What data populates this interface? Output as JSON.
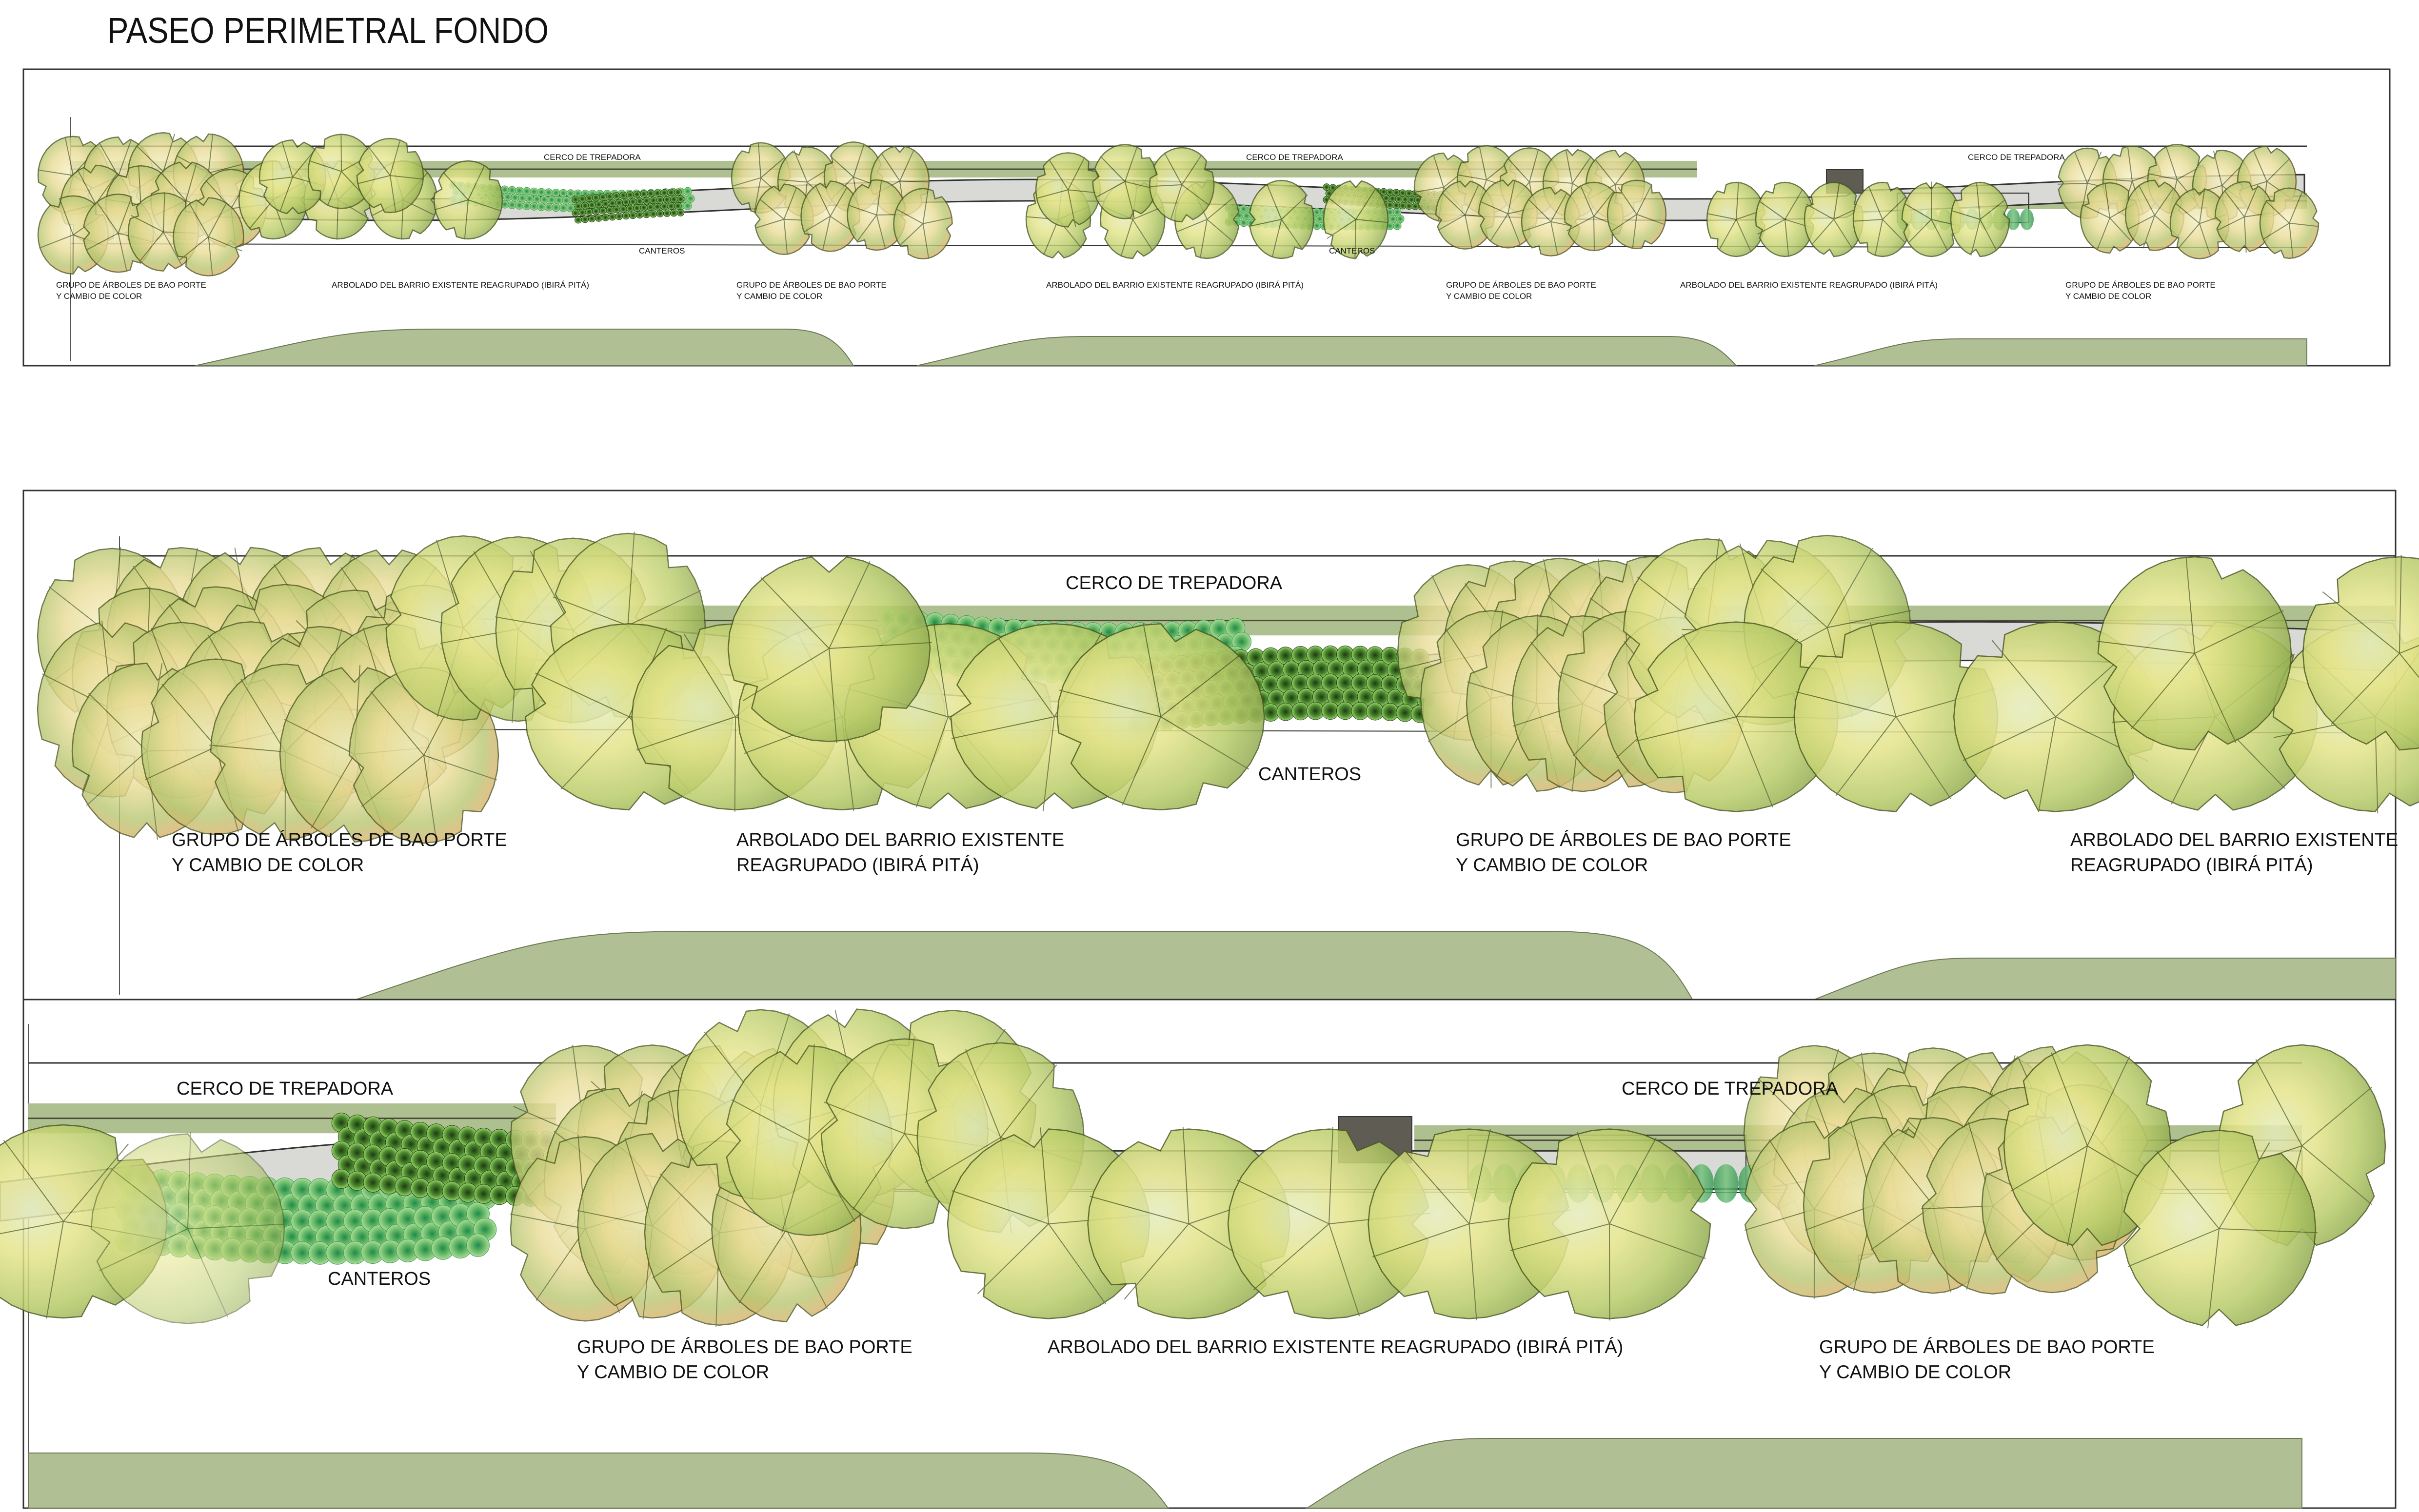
{
  "title": "PASEO PERIMETRAL FONDO",
  "colors": {
    "background": "#ffffff",
    "frame_line": "#333333",
    "fence_band": "#aebf90",
    "fence_line": "#4a4a3a",
    "ground": "#b0bf94",
    "path_fill": "#d9dad5",
    "path_stroke": "#333333",
    "shed": "#5f5c54",
    "tree_green_light": "#e6e690",
    "tree_green_dark": "#6f8f3a",
    "tree_orange": "#f2a05a",
    "cantero_dark": "#3f7a2a",
    "cantero_light": "#5fb05a",
    "hedge": "#4faa6a"
  },
  "legend_terms": {
    "fence": "CERCO DE TREPADORA",
    "beds": "CANTEROS",
    "bao_group_line1": "GRUPO DE ÁRBOLES DE BAO PORTE",
    "bao_group_line2": "Y CAMBIO DE COLOR",
    "existing_trees": "ARBOLADO DEL BARRIO EXISTENTE REAGRUPADO (IBIRÁ PITÁ)",
    "existing_trees_line1": "ARBOLADO DEL BARRIO EXISTENTE",
    "existing_trees_line2": "REAGRUPADO (IBIRÁ PITÁ)"
  },
  "panels": [
    {
      "id": "overview",
      "labels": {
        "fence": [
          "CERCO DE TREPADORA",
          "CERCO DE TREPADORA",
          "CERCO DE TREPADORA"
        ],
        "beds": [
          "CANTEROS",
          "CANTEROS"
        ],
        "groups": [
          {
            "type": "bao",
            "line1": "GRUPO DE ÁRBOLES DE BAO PORTE",
            "line2": "Y CAMBIO DE COLOR"
          },
          {
            "type": "existing",
            "line1": "ARBOLADO DEL BARRIO EXISTENTE REAGRUPADO (IBIRÁ PITÁ)",
            "line2": ""
          },
          {
            "type": "bao",
            "line1": "GRUPO DE ÁRBOLES DE BAO PORTE",
            "line2": "Y CAMBIO DE COLOR"
          },
          {
            "type": "existing",
            "line1": "ARBOLADO DEL BARRIO EXISTENTE REAGRUPADO (IBIRÁ PITÁ)",
            "line2": ""
          },
          {
            "type": "bao",
            "line1": "GRUPO DE ÁRBOLES DE BAO PORTE",
            "line2": "Y CAMBIO DE COLOR"
          },
          {
            "type": "existing",
            "line1": "ARBOLADO DEL BARRIO EXISTENTE REAGRUPADO (IBIRÁ PITÁ)",
            "line2": ""
          },
          {
            "type": "bao",
            "line1": "GRUPO DE ÁRBOLES DE BAO PORTE",
            "line2": "Y CAMBIO DE COLOR"
          }
        ]
      }
    },
    {
      "id": "detail-1",
      "labels": {
        "fence": [
          "CERCO DE TREPADORA"
        ],
        "beds": [
          "CANTEROS"
        ],
        "groups": [
          {
            "type": "bao",
            "line1": "GRUPO DE ÁRBOLES DE BAO PORTE",
            "line2": "Y CAMBIO DE COLOR"
          },
          {
            "type": "existing",
            "line1": "ARBOLADO DEL BARRIO EXISTENTE",
            "line2": "REAGRUPADO (IBIRÁ PITÁ)"
          },
          {
            "type": "bao",
            "line1": "GRUPO DE ÁRBOLES DE BAO PORTE",
            "line2": "Y CAMBIO DE COLOR"
          },
          {
            "type": "existing",
            "line1": "ARBOLADO DEL BARRIO EXISTENTE",
            "line2": "REAGRUPADO (IBIRÁ PITÁ)"
          }
        ]
      }
    },
    {
      "id": "detail-2",
      "labels": {
        "fence": [
          "CERCO DE TREPADORA",
          "CERCO DE TREPADORA"
        ],
        "beds": [
          "CANTEROS"
        ],
        "groups": [
          {
            "type": "bao",
            "line1": "GRUPO DE ÁRBOLES DE BAO PORTE",
            "line2": "Y CAMBIO DE COLOR"
          },
          {
            "type": "existing",
            "line1": "ARBOLADO DEL BARRIO EXISTENTE REAGRUPADO (IBIRÁ PITÁ)",
            "line2": ""
          },
          {
            "type": "bao",
            "line1": "GRUPO DE ÁRBOLES DE BAO PORTE",
            "line2": "Y CAMBIO DE COLOR"
          }
        ]
      }
    }
  ]
}
